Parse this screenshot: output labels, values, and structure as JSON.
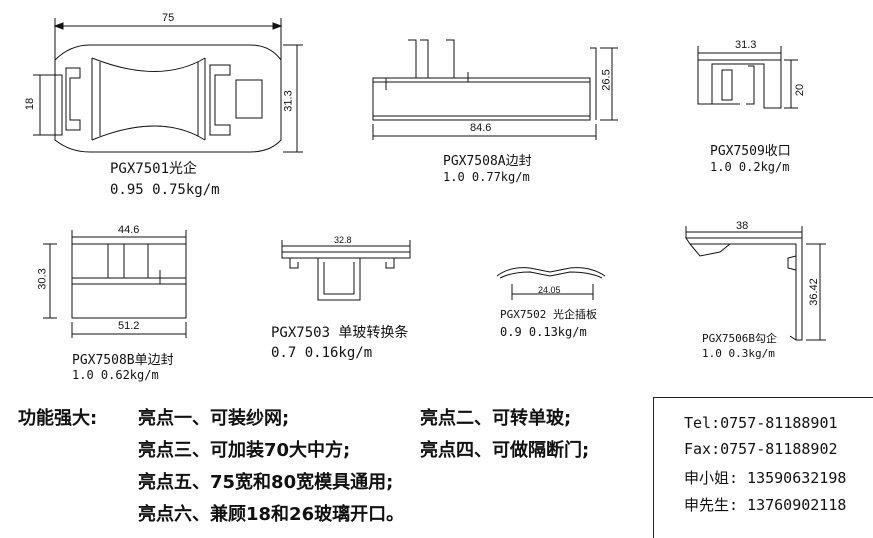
{
  "profiles": {
    "p7501": {
      "name": "PGX7501光企",
      "weight": "0.95  0.75kg/m",
      "dims": [
        "75",
        "18",
        "31.3"
      ]
    },
    "p7508a": {
      "name": "PGX7508A边封",
      "weight": "1.0  0.77kg/m",
      "dims": [
        "26.5",
        "84.6"
      ]
    },
    "p7509": {
      "name": "PGX7509收口",
      "weight": "1.0  0.2kg/m",
      "dims": [
        "31.3",
        "20"
      ]
    },
    "p7508b": {
      "name": "PGX7508B单边封",
      "weight": "1.0  0.62kg/m",
      "dims": [
        "44.6",
        "30.3",
        "51.2"
      ]
    },
    "p7503": {
      "name": "PGX7503 单玻转换条",
      "weight": "0.7  0.16kg/m",
      "dims": [
        "32.8"
      ]
    },
    "p7502": {
      "name": "PGX7502 光企插板",
      "weight": "0.9  0.13kg/m",
      "dims": [
        "24.05"
      ]
    },
    "p7506": {
      "name": "PGX7506B勾企",
      "weight": "1.0  0.3kg/m",
      "dims": [
        "38",
        "36.42"
      ]
    }
  },
  "features": {
    "heading": "功能强大:",
    "items": [
      "亮点一、可装纱网;",
      "亮点二、可转单玻;",
      "亮点三、可加装70大中方;",
      "亮点四、可做隔断门;",
      "亮点五、75宽和80宽模具通用;",
      "亮点六、兼顾18和26玻璃开口。"
    ]
  },
  "contacts": {
    "tel": "Tel:0757-81188901",
    "fax": "Fax:0757-81188902",
    "person1": "申小姐: 13590632198",
    "person2": "申先生: 13760902118"
  }
}
